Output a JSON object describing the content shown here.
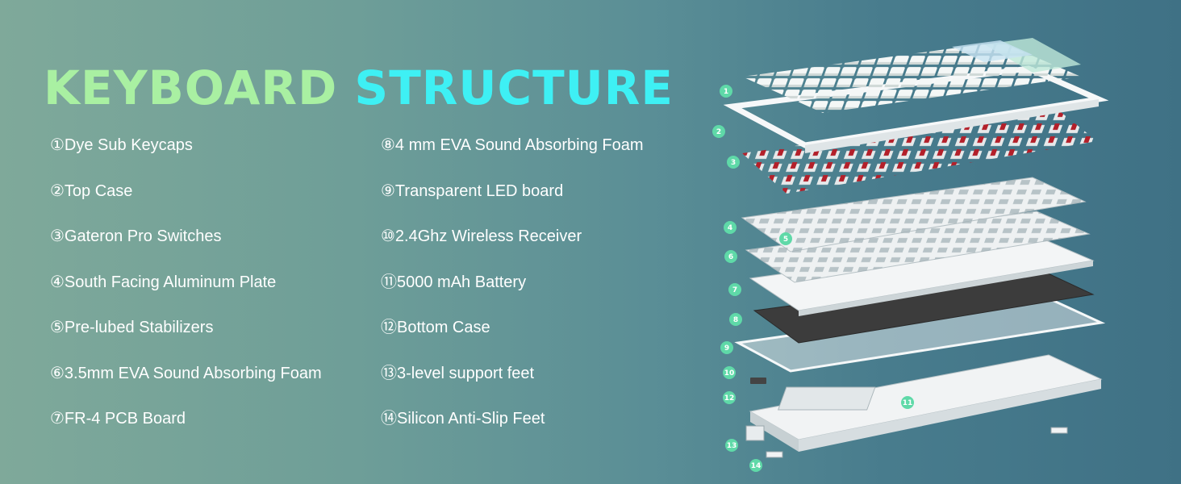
{
  "title": {
    "part1": "KEYBOARD",
    "part2": "STRUCTURE"
  },
  "colors": {
    "title_green": "#a9f0a2",
    "title_cyan": "#3ef0f4",
    "badge": "#5fd9a8",
    "switch_stem": "#b3202a",
    "foam_dark": "#3c3c3c"
  },
  "components_left": [
    "①Dye Sub Keycaps",
    "②Top Case",
    "③Gateron Pro Switches",
    "④South Facing Aluminum Plate",
    "⑤Pre-lubed Stabilizers",
    "⑥3.5mm EVA Sound Absorbing Foam",
    "⑦FR-4 PCB Board"
  ],
  "components_right": [
    "⑧4 mm EVA  Sound Absorbing Foam",
    "⑨Transparent LED board",
    "⑩2.4Ghz Wireless Receiver",
    "⑪5000 mAh Battery",
    "⑫Bottom Case",
    "⑬3-level support feet",
    "⑭Silicon Anti-Slip Feet"
  ],
  "diagram_badges": [
    "1",
    "2",
    "3",
    "4",
    "5",
    "6",
    "7",
    "8",
    "9",
    "10",
    "11",
    "12",
    "13",
    "14"
  ]
}
